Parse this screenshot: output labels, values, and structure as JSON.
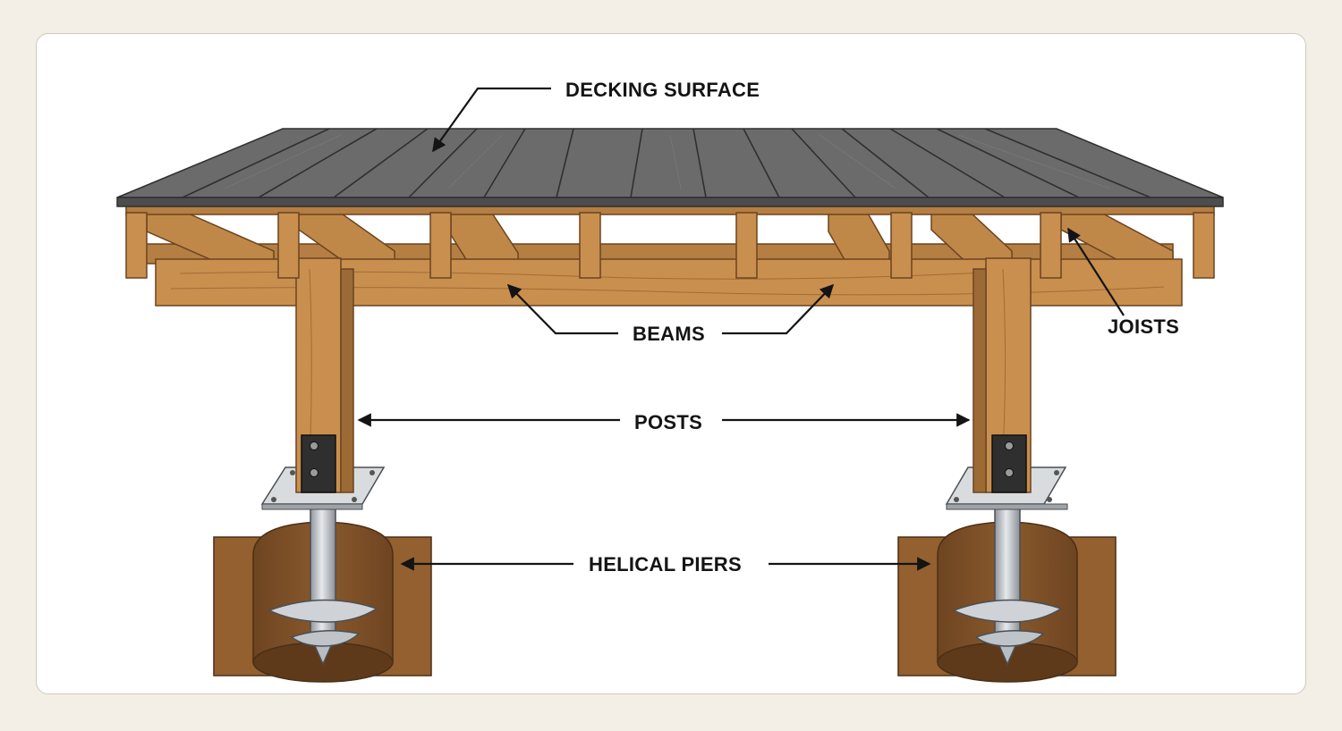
{
  "labels": {
    "decking": "DECKING SURFACE",
    "beams": "BEAMS",
    "joists": "JOISTS",
    "posts": "POSTS",
    "piers": "HELICAL PIERS"
  },
  "colors": {
    "background": "#f3efe6",
    "card": "#ffffff",
    "decking": "#6b6b6b",
    "wood": "#c98f4e",
    "wood_dark": "#9c6a35",
    "soil": "#94602f",
    "steel": "#c3c8cd",
    "bracket": "#2f2f2f"
  }
}
